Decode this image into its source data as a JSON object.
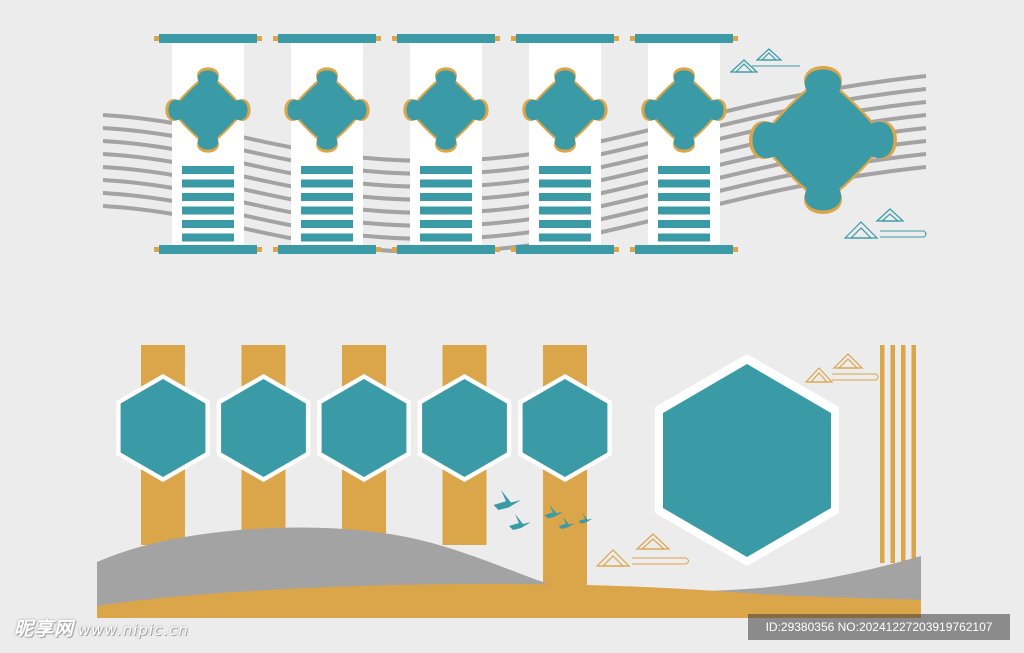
{
  "design": {
    "top_panel": {
      "scroll_count": 5,
      "text_lines_per_scroll": 6
    },
    "bottom_panel": {
      "hexagon_count": 5,
      "bird_count": 5
    },
    "colors": {
      "teal": "#3a9aa6",
      "gold": "#dba54a",
      "gray": "#a3a3a3",
      "white": "#ffffff",
      "background": "#ececec"
    }
  },
  "watermark": {
    "left_brand": "昵享网",
    "left_url": "www.nipic.cn",
    "right_id": "ID:29380356 NO:20241227203919762107"
  }
}
